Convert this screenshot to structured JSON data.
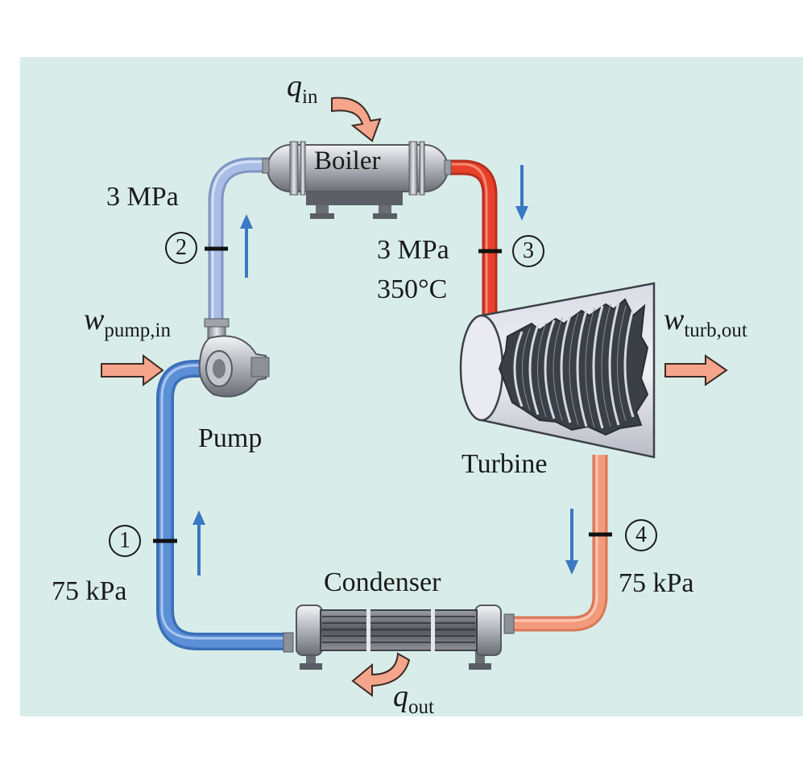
{
  "components": {
    "boiler": "Boiler",
    "pump": "Pump",
    "turbine": "Turbine",
    "condenser": "Condenser"
  },
  "states": [
    {
      "number": "1",
      "pressure": "75 kPa"
    },
    {
      "number": "2",
      "pressure": "3 MPa"
    },
    {
      "number": "3",
      "pressure": "3 MPa",
      "temperature": "350°C"
    },
    {
      "number": "4",
      "pressure": "75 kPa"
    }
  ],
  "energy": {
    "q_in": {
      "symbol": "q",
      "subscript": "in"
    },
    "q_out": {
      "symbol": "q",
      "subscript": "out"
    },
    "w_pump": {
      "symbol": "w",
      "subscript": "pump,in"
    },
    "w_turb": {
      "symbol": "w",
      "subscript": "turb,out"
    }
  },
  "colors": {
    "background": "#d8ede9",
    "hot_pipe": "#e8402b",
    "warm_pipe": "#f39a7c",
    "cold_pipe": "#5b8fd6",
    "compressed_pipe": "#a9bde6",
    "flow_arrow": "#3a78c2",
    "energy_arrow": "#f4a58c"
  }
}
